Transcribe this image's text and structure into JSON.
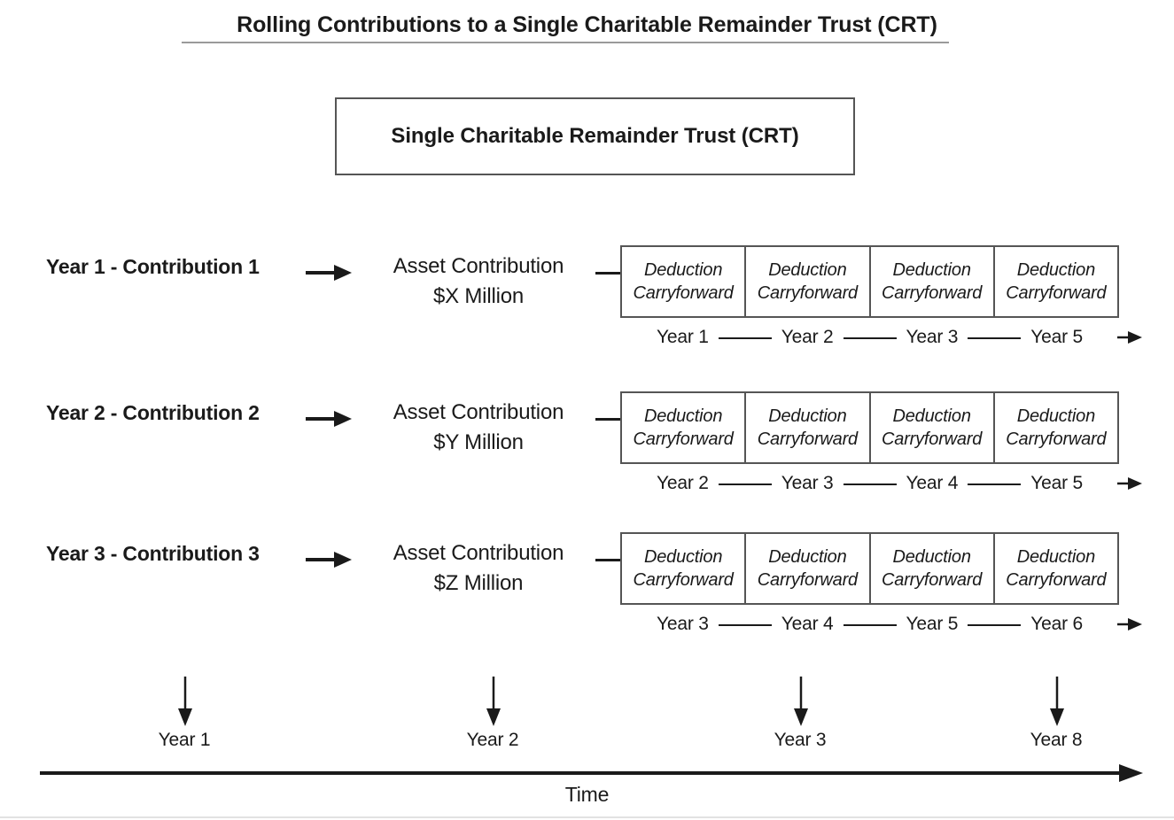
{
  "title": "Rolling Contributions to a Single Charitable Remainder Trust (CRT)",
  "trust_box": {
    "label": "Single Charitable Remainder Trust (CRT)"
  },
  "deduction_box_line1": "Deduction",
  "deduction_box_line2": "Carryforward",
  "rows": [
    {
      "label": "Year 1 - Contribution 1",
      "asset_line1": "Asset Contribution",
      "asset_line2": "$X Million",
      "boxes": [
        {
          "line1": "Deduction",
          "line2": "Carryforward"
        },
        {
          "line1": "Deduction",
          "line2": "Carryforward"
        },
        {
          "line1": "Deduction",
          "line2": "Carryforward"
        },
        {
          "line1": "Deduction",
          "line2": "Carryforward"
        }
      ],
      "years": [
        "Year 1",
        "Year 2",
        "Year 3",
        "Year 5"
      ]
    },
    {
      "label": "Year 2 - Contribution 2",
      "asset_line1": "Asset Contribution",
      "asset_line2": "$Y Million",
      "boxes": [
        {
          "line1": "Deduction",
          "line2": "Carryforward"
        },
        {
          "line1": "Deduction",
          "line2": "Carryforward"
        },
        {
          "line1": "Deduction",
          "line2": "Carryforward"
        },
        {
          "line1": "Deduction",
          "line2": "Carryforward"
        }
      ],
      "years": [
        "Year 2",
        "Year 3",
        "Year 4",
        "Year 5"
      ]
    },
    {
      "label": "Year 3 - Contribution 3",
      "asset_line1": "Asset Contribution",
      "asset_line2": "$Z Million",
      "boxes": [
        {
          "line1": "Deduction",
          "line2": "Carryforward"
        },
        {
          "line1": "Deduction",
          "line2": "Carryforward"
        },
        {
          "line1": "Deduction",
          "line2": "Carryforward"
        },
        {
          "line1": "Deduction",
          "line2": "Carryforward"
        }
      ],
      "years": [
        "Year 3",
        "Year 4",
        "Year 5",
        "Year 6"
      ]
    }
  ],
  "timeline": {
    "ticks": [
      {
        "label": "Year 1"
      },
      {
        "label": "Year 2"
      },
      {
        "label": "Year 3"
      },
      {
        "label": "Year 8"
      }
    ],
    "axis_label": "Time"
  },
  "colors": {
    "ink": "#1a1a1a",
    "box_border": "#555555",
    "rule": "#9a9a9a",
    "background": "#ffffff"
  }
}
